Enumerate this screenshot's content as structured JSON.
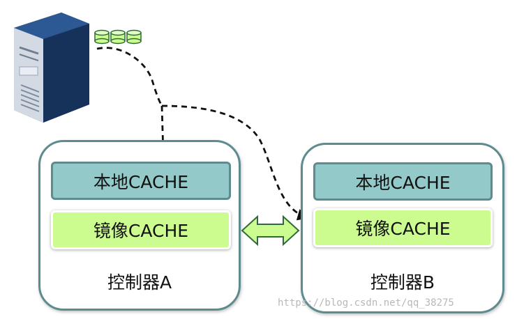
{
  "diagram": {
    "controllers": [
      {
        "local_cache": "本地CACHE",
        "mirror_cache": "镜像CACHE",
        "name": "控制器A"
      },
      {
        "local_cache": "本地CACHE",
        "mirror_cache": "镜像CACHE",
        "name": "控制器B"
      }
    ],
    "server_icon": "server-tower-icon",
    "disk_icons": [
      "disk-icon",
      "disk-icon",
      "disk-icon"
    ],
    "colors": {
      "local_cache_fill": "#93c9c8",
      "mirror_cache_fill": "#ccfc90",
      "controller_border": "#5e8b8d",
      "server_dark": "#1e3d6b",
      "server_light": "#cfd6df"
    }
  },
  "watermark": "https://blog.csdn.net/qq_38275"
}
